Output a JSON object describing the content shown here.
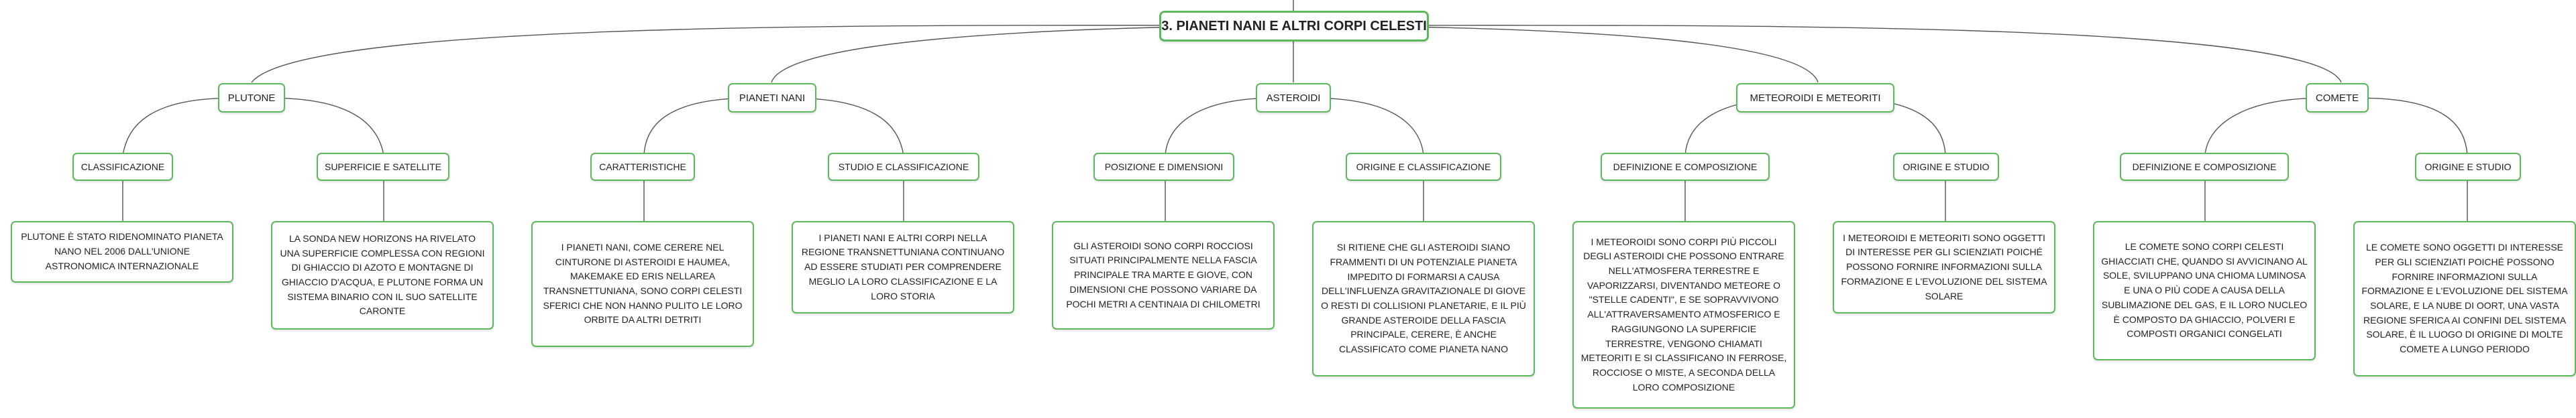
{
  "root": {
    "title": "3. PIANETI NANI E ALTRI CORPI CELESTI"
  },
  "categories": [
    {
      "label": "PLUTONE",
      "subs": [
        {
          "label": "CLASSIFICAZIONE",
          "text": "PLUTONE È STATO RIDENOMINATO PIANETA NANO NEL 2006 DALL'UNIONE ASTRONOMICA INTERNAZIONALE"
        },
        {
          "label": "SUPERFICIE E SATELLITE",
          "text": "LA SONDA NEW HORIZONS HA RIVELATO UNA SUPERFICIE COMPLESSA CON REGIONI DI GHIACCIO DI AZOTO E MONTAGNE DI GHIACCIO D'ACQUA, E PLUTONE FORMA UN SISTEMA BINARIO CON IL SUO SATELLITE CARONTE"
        }
      ]
    },
    {
      "label": "PIANETI NANI",
      "subs": [
        {
          "label": "CARATTERISTICHE",
          "text": "I PIANETI NANI, COME CERERE NEL CINTURONE DI ASTEROIDI E HAUMEA, MAKEMAKE ED ERIS NELLAREA TRANSNETTUNIANA, SONO CORPI CELESTI SFERICI CHE NON HANNO PULITO LE LORO ORBITE DA ALTRI DETRITI"
        },
        {
          "label": "STUDIO E CLASSIFICAZIONE",
          "text": "I PIANETI NANI E ALTRI CORPI NELLA REGIONE TRANSNETTUNIANA CONTINUANO AD ESSERE STUDIATI PER COMPRENDERE MEGLIO LA LORO CLASSIFICAZIONE E LA LORO STORIA"
        }
      ]
    },
    {
      "label": "ASTEROIDI",
      "subs": [
        {
          "label": "POSIZIONE E DIMENSIONI",
          "text": "GLI ASTEROIDI SONO CORPI ROCCIOSI SITUATI PRINCIPALMENTE NELLA FASCIA PRINCIPALE TRA MARTE E GIOVE, CON DIMENSIONI CHE POSSONO VARIARE DA POCHI METRI A CENTINAIA DI CHILOMETRI"
        },
        {
          "label": "ORIGINE E CLASSIFICAZIONE",
          "text": "SI RITIENE CHE GLI ASTEROIDI SIANO FRAMMENTI DI UN POTENZIALE PIANETA IMPEDITO DI FORMARSI A CAUSA DELL'INFLUENZA GRAVITAZIONALE DI GIOVE O RESTI DI COLLISIONI PLANETARIE, E IL PIÙ GRANDE ASTEROIDE DELLA FASCIA PRINCIPALE, CERERE, È ANCHE CLASSIFICATO COME PIANETA NANO"
        }
      ]
    },
    {
      "label": "METEOROIDI E METEORITI",
      "subs": [
        {
          "label": "DEFINIZIONE E COMPOSIZIONE",
          "text": "I METEOROIDI SONO CORPI PIÙ PICCOLI DEGLI ASTEROIDI CHE POSSONO ENTRARE NELL'ATMOSFERA TERRESTRE E VAPORIZZARSI, DIVENTANDO METEORE O \"STELLE CADENTI\", E SE SOPRAVVIVONO ALL'ATTRAVERSAMENTO ATMOSFERICO E RAGGIUNGONO LA SUPERFICIE TERRESTRE, VENGONO CHIAMATI METEORITI E SI CLASSIFICANO IN FERROSE, ROCCIOSE O MISTE, A SECONDA DELLA LORO COMPOSIZIONE"
        },
        {
          "label": "ORIGINE E STUDIO",
          "text": "I METEOROIDI E METEORITI SONO OGGETTI DI INTERESSE PER GLI SCIENZIATI POICHÉ POSSONO FORNIRE INFORMAZIONI SULLA FORMAZIONE E L'EVOLUZIONE DEL SISTEMA SOLARE"
        }
      ]
    },
    {
      "label": "COMETE",
      "subs": [
        {
          "label": "DEFINIZIONE E COMPOSIZIONE",
          "text": "LE COMETE SONO CORPI CELESTI GHIACCIATI CHE, QUANDO SI AVVICINANO AL SOLE, SVILUPPANO UNA CHIOMA LUMINOSA E UNA O PIÙ CODE A CAUSA DELLA SUBLIMAZIONE DEL GAS, E IL LORO NUCLEO È COMPOSTO DA GHIACCIO, POLVERI E COMPOSTI ORGANICI CONGELATI"
        },
        {
          "label": "ORIGINE E STUDIO",
          "text": "LE COMETE SONO OGGETTI DI INTERESSE PER GLI SCIENZIATI POICHÉ POSSONO FORNIRE INFORMAZIONI SULLA FORMAZIONE E L'EVOLUZIONE DEL SISTEMA SOLARE, E LA NUBE DI OORT, UNA VASTA REGIONE SFERICA AI CONFINI DEL SISTEMA SOLARE, È IL LUOGO DI ORIGINE DI MOLTE COMETE A LUNGO PERIODO"
        }
      ]
    }
  ]
}
